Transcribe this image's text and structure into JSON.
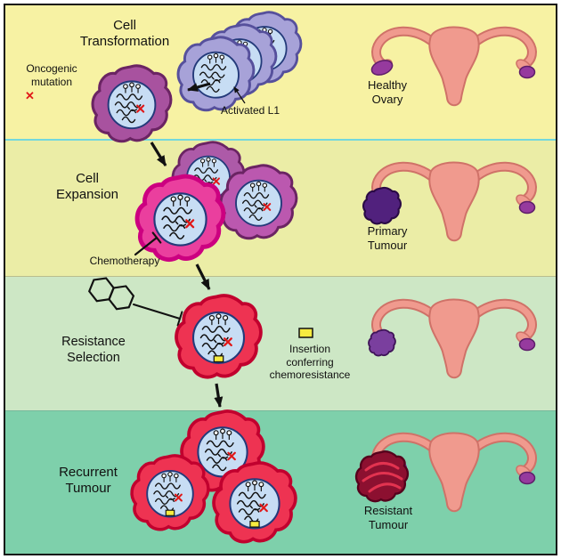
{
  "stages": [
    {
      "title": "Cell Transformation",
      "side_label": "Healthy Ovary"
    },
    {
      "title": "Cell Expansion",
      "side_label": "Primary Tumour"
    },
    {
      "title": "Resistance Selection"
    },
    {
      "title": "Recurrent Tumour",
      "side_label": "Resistant Tumour"
    }
  ],
  "annotations": {
    "oncogenic_mutation": "Oncogenic mutation",
    "mutation_mark": "✕",
    "activated_l1": "Activated L1",
    "chemotherapy": "Chemotherapy",
    "insertion_legend": "Insertion conferring chemoresistance"
  },
  "palette": {
    "band1": "#f7f2a3",
    "band2": "#ebeda6",
    "band3": "#cde7c5",
    "band4": "#7ed0ab",
    "healthy_cell": "#a7a2d8",
    "transformed_cell": "#a8529f",
    "expansion_cell_front": "#ea3f9e",
    "resistant_cell": "#ee3352",
    "nucleus": "#c7ddf4",
    "mutation_red": "#e01818",
    "insertion_yellow": "#f7ec3f",
    "uterus_pink": "#f09a8e",
    "ovary_purple": "#963a9e",
    "primary_tumour_purple": "#51217d",
    "resistant_tumour_red": "#8c1030"
  }
}
